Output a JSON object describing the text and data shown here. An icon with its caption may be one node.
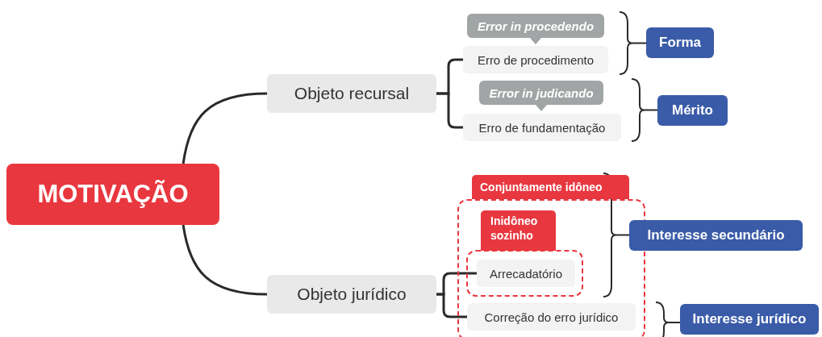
{
  "diagram": {
    "nodes": [
      {
        "text": [
          "MOTIVAÇÃO"
        ]
      },
      {
        "text": [
          "Objeto recursal"
        ]
      },
      {
        "text": [
          "Error in procedendo"
        ]
      },
      {
        "text": [
          "Erro de procedimento"
        ]
      },
      {
        "text": [
          "Error in judicando"
        ]
      },
      {
        "text": [
          "Erro de fundamentação"
        ]
      },
      {
        "text": [
          "Forma"
        ]
      },
      {
        "text": [
          "Mérito"
        ]
      },
      {
        "text": [
          "Objeto jurídico"
        ]
      },
      {
        "text": [
          "Conjuntamente idôneo"
        ]
      },
      {
        "text": [
          "Inidôneo sozinho"
        ],
        "in": 9
      },
      {
        "text": [
          "Arrecadatório"
        ],
        "in": 10
      },
      {
        "text": [
          "Correção do erro jurídico"
        ],
        "in": 9
      },
      {
        "text": [
          "Interesse secundário"
        ]
      },
      {
        "text": [
          "Interesse jurídico"
        ]
      }
    ],
    "edges": [
      {
        "from": 0,
        "to": 1,
        "arrow": "none"
      },
      {
        "from": 0,
        "to": 8,
        "arrow": "none"
      },
      {
        "from": 1,
        "to": 3,
        "arrow": "none"
      },
      {
        "from": 1,
        "to": 5,
        "arrow": "none"
      },
      {
        "from": 3,
        "to": 6,
        "arrow": "none"
      },
      {
        "from": 5,
        "to": 7,
        "arrow": "none"
      },
      {
        "from": 8,
        "to": 11,
        "arrow": "none"
      },
      {
        "from": 8,
        "to": 12,
        "arrow": "none"
      },
      {
        "from": 9,
        "to": 13,
        "arrow": "none"
      },
      {
        "from": 12,
        "to": 14,
        "arrow": "none"
      }
    ]
  }
}
